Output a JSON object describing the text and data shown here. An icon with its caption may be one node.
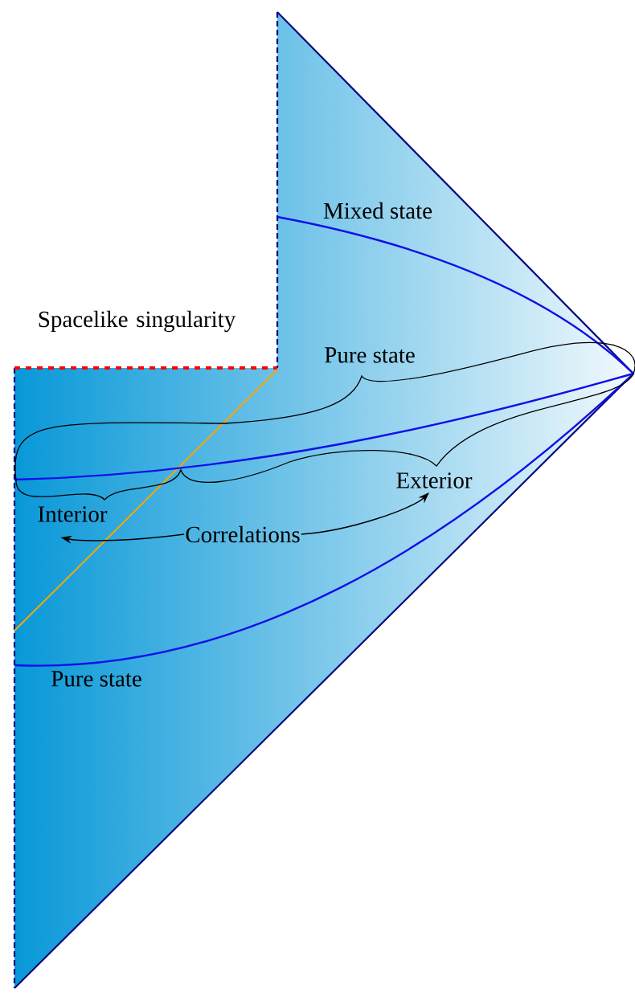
{
  "diagram": {
    "nodes": [
      {
        "text": [
          "Exterior"
        ]
      },
      {
        "text": [
          "Interior"
        ]
      },
      {
        "text": [
          "Correlations"
        ]
      }
    ],
    "edges": [
      {
        "from": 2,
        "to": 1,
        "arrow": "to"
      },
      {
        "from": 2,
        "to": 0,
        "arrow": "to"
      }
    ],
    "labels": [
      "Mixed state",
      "Spacelike singularity",
      "Pure state",
      "Pure state"
    ]
  }
}
